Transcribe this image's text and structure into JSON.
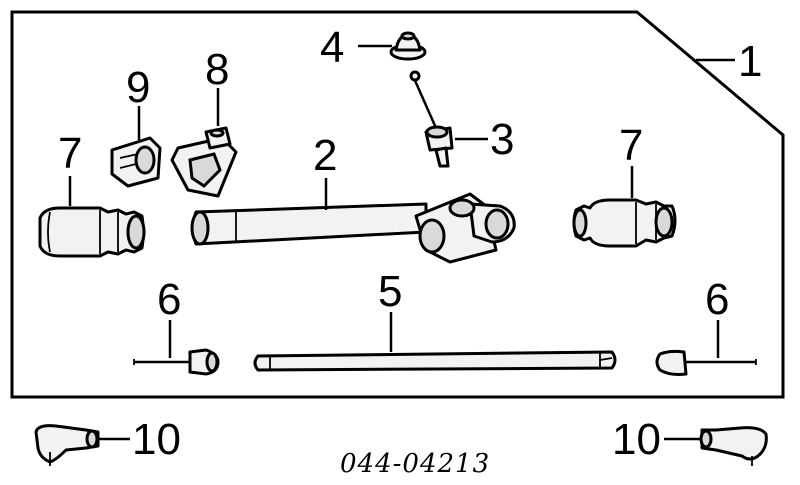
{
  "diagram": {
    "part_code": "044-04213",
    "labels": {
      "p1": "1",
      "p2": "2",
      "p3": "3",
      "p4": "4",
      "p5": "5",
      "p6_left": "6",
      "p6_right": "6",
      "p7_left": "7",
      "p7_right": "7",
      "p8": "8",
      "p9": "9",
      "p10_left": "10",
      "p10_right": "10"
    }
  }
}
